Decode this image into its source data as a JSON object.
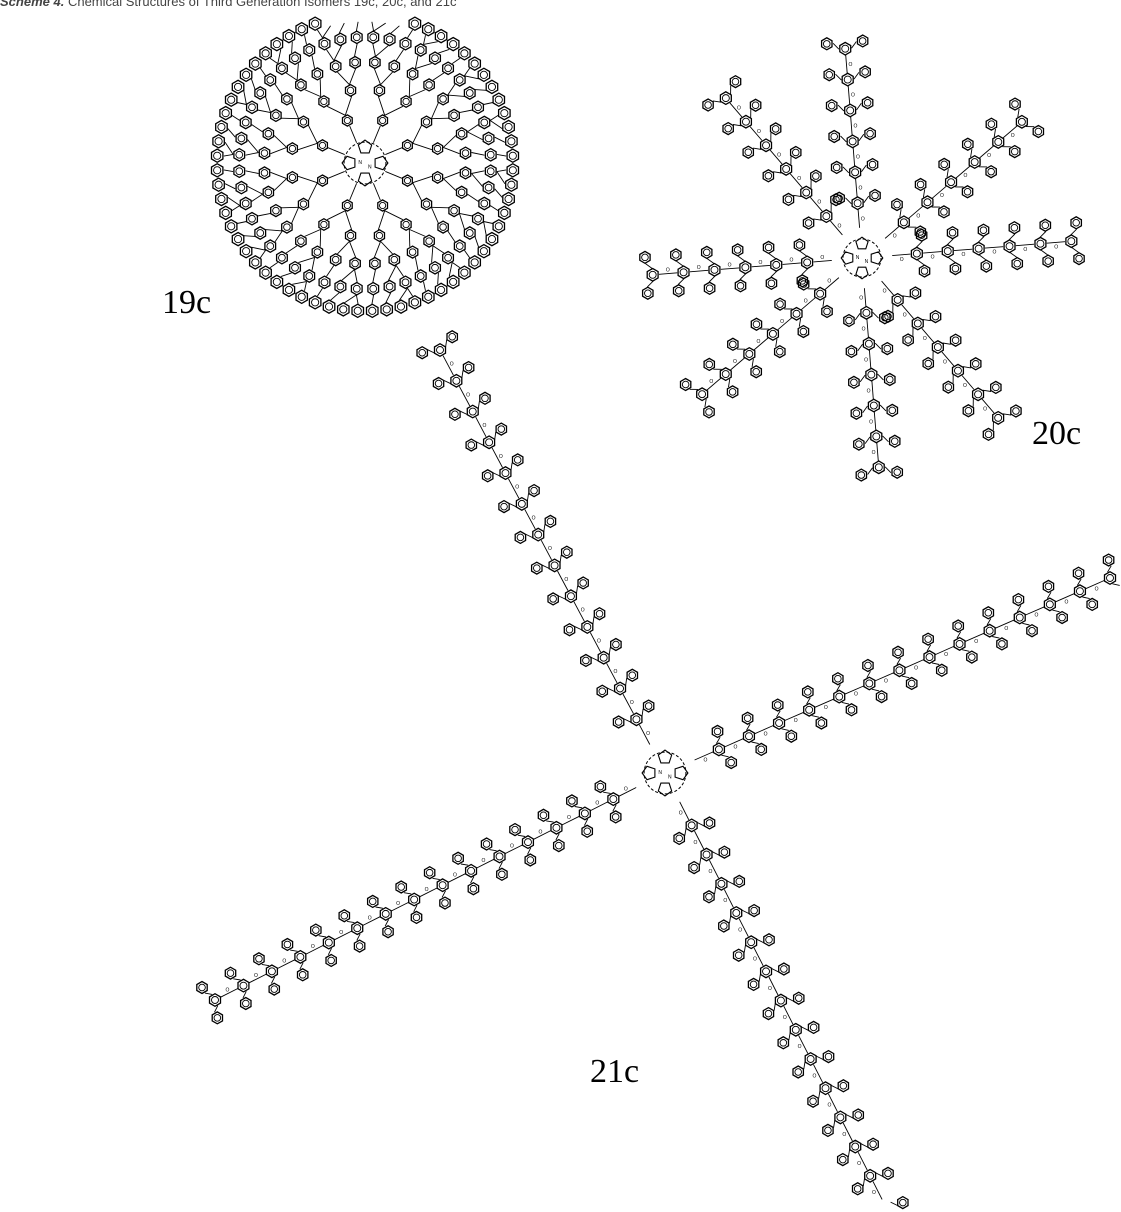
{
  "caption": {
    "prefix": "Scheme 4.",
    "text": "Chemical Structures of Third Generation Isomers 19c, 20c, and 21c"
  },
  "labels": {
    "isomer_19c": "19c",
    "isomer_20c": "20c",
    "isomer_21c": "21c"
  },
  "atom_labels": {
    "oxygen": "O",
    "nitrogen": "N"
  },
  "colors": {
    "ink": "#000000",
    "background": "#ffffff"
  },
  "molecules": [
    {
      "id": "19c",
      "architecture": "spherical dendrimer",
      "core": "porphyrin",
      "arms": 8
    },
    {
      "id": "20c",
      "architecture": "eight-arm dendrimer",
      "core": "porphyrin",
      "arms": 8
    },
    {
      "id": "21c",
      "architecture": "four-arm linear dendrimer",
      "core": "porphyrin",
      "arms": 4
    }
  ]
}
